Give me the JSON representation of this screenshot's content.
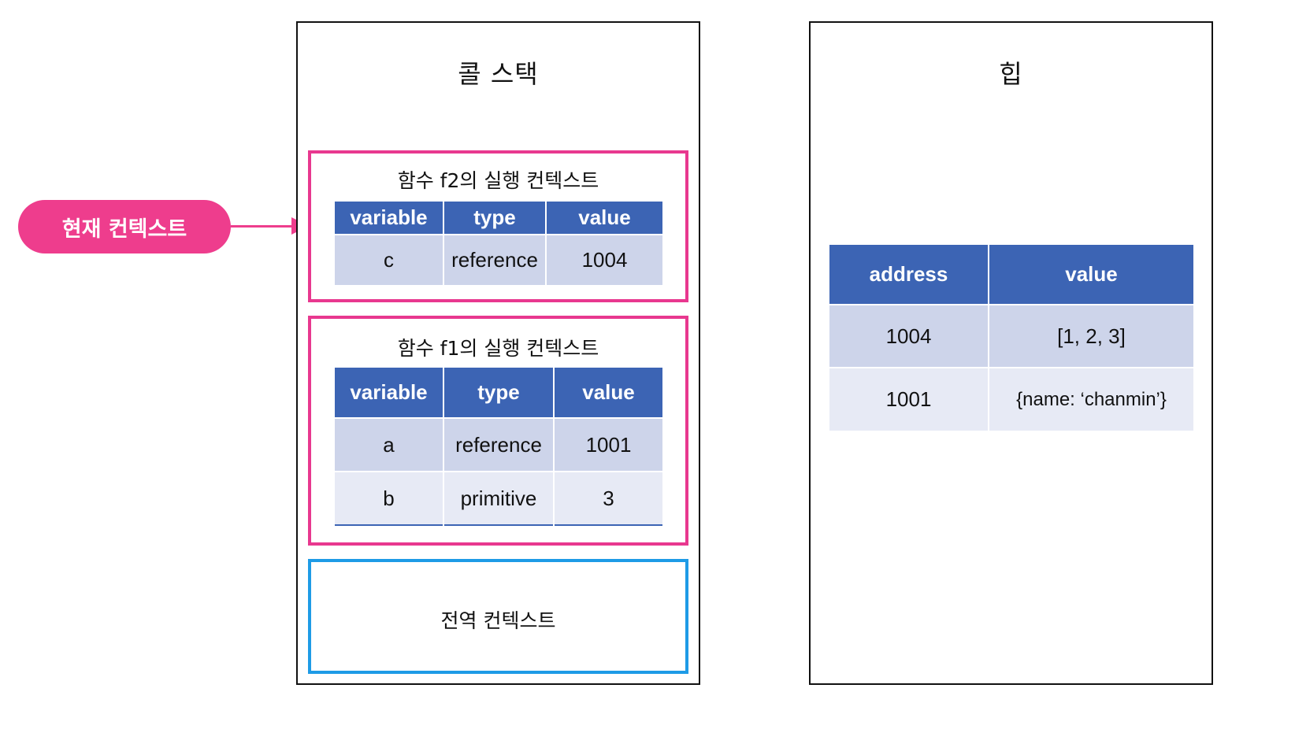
{
  "call_stack": {
    "title": "콜 스택",
    "contexts": [
      {
        "title": "함수 f2의 실행 컨텍스트",
        "headers": [
          "variable",
          "type",
          "value"
        ],
        "rows": [
          [
            "c",
            "reference",
            "1004"
          ]
        ]
      },
      {
        "title": "함수 f1의 실행 컨텍스트",
        "headers": [
          "variable",
          "type",
          "value"
        ],
        "rows": [
          [
            "a",
            "reference",
            "1001"
          ],
          [
            "b",
            "primitive",
            "3"
          ]
        ]
      }
    ],
    "global_context": {
      "title": "전역 컨텍스트"
    }
  },
  "current_context_label": "현재 컨텍스트",
  "heap": {
    "title": "힙",
    "headers": [
      "address",
      "value"
    ],
    "rows": [
      [
        "1004",
        "[1, 2, 3]"
      ],
      [
        "1001",
        "{name: ‘chanmin’}"
      ]
    ]
  },
  "colors": {
    "context_border": "#e8388f",
    "global_border": "#1e9be6",
    "header_blue": "#3c64b4",
    "row_dark": "#cdd4ea",
    "row_light": "#e7eaf5",
    "pill": "#ee3d8d"
  }
}
